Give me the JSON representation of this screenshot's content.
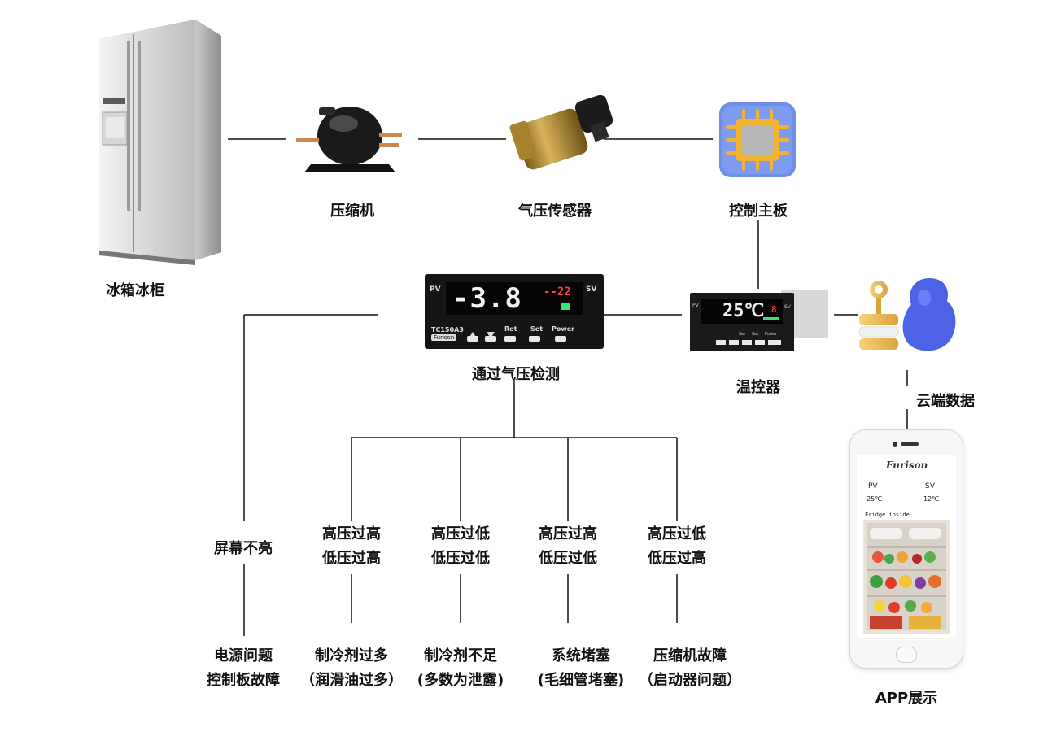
{
  "labels": {
    "fridge": "冰箱冰柜",
    "compressor": "压缩机",
    "pressure_sensor": "气压传感器",
    "control_board": "控制主板",
    "detect": "通过气压检测",
    "thermostat": "温控器",
    "cloud": "云端数据",
    "app": "APP展示"
  },
  "controller": {
    "pv_tag": "PV",
    "sv_tag": "SV",
    "pv": "-3.8",
    "sv": "--22",
    "model": "TC150A3",
    "brand": "Furison",
    "buttons": [
      "Ret",
      "Set",
      "Power"
    ]
  },
  "thermostat_panel": {
    "pv_tag": "PV",
    "sv_tag": "SV",
    "temp": "25℃",
    "set": "8",
    "buttons": [
      "Set",
      "Set",
      "Power"
    ]
  },
  "phone": {
    "brand": "Furison",
    "pv_label": "PV",
    "pv_value": "25℃",
    "sv_label": "SV",
    "sv_value": "12℃",
    "section": "Fridge inside"
  },
  "faults": [
    {
      "symptom": [
        "屏幕不亮"
      ],
      "cause": [
        "电源问题",
        "控制板故障"
      ]
    },
    {
      "symptom": [
        "高压过高",
        "低压过高"
      ],
      "cause": [
        "制冷剂过多",
        "（润滑油过多）"
      ]
    },
    {
      "symptom": [
        "高压过低",
        "低压过低"
      ],
      "cause": [
        "制冷剂不足",
        "(多数为泄露)"
      ]
    },
    {
      "symptom": [
        "高压过高",
        "低压过低"
      ],
      "cause": [
        "系统堵塞",
        "(毛细管堵塞)"
      ]
    },
    {
      "symptom": [
        "高压过低",
        "低压过高"
      ],
      "cause": [
        "压缩机故障",
        "（启动器问题）"
      ]
    }
  ],
  "colors": {
    "line": "#111111",
    "chip_bg": "#6f8fe6",
    "chip_core": "#f2b533",
    "cloud_blue": "#4d63e6",
    "gold": "#e3b64a",
    "display_red": "#ff3b3b",
    "display_green": "#3ee07a"
  }
}
